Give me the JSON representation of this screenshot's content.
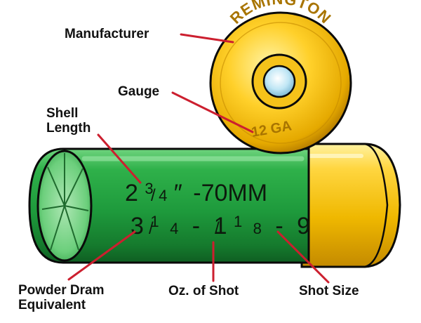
{
  "labels": {
    "manufacturer": "Manufacturer",
    "gauge": "Gauge",
    "shell_length": [
      "Shell",
      "Length"
    ],
    "powder_dram": [
      "Powder Dram",
      "Equivalent"
    ],
    "oz_of_shot": "Oz. of Shot",
    "shot_size": "Shot Size"
  },
  "head_stamp": {
    "brand": "REMINGTON",
    "gauge": "12 GA"
  },
  "shell_text": {
    "length_whole": "2",
    "length_num": "3",
    "length_den": "4",
    "length_unit": "″",
    "length_metric": "-70MM",
    "dram_whole": "3",
    "dram_num": "1",
    "dram_den": "4",
    "dash1": "-",
    "oz_whole": "1",
    "oz_num": "1",
    "oz_den": "8",
    "dash2": "-",
    "shot": "9"
  },
  "colors": {
    "hull_green": "#1e9a3c",
    "brass_gold": "#f2c200",
    "leader_red": "#cc1f2f",
    "outline": "#0a0a0a"
  }
}
